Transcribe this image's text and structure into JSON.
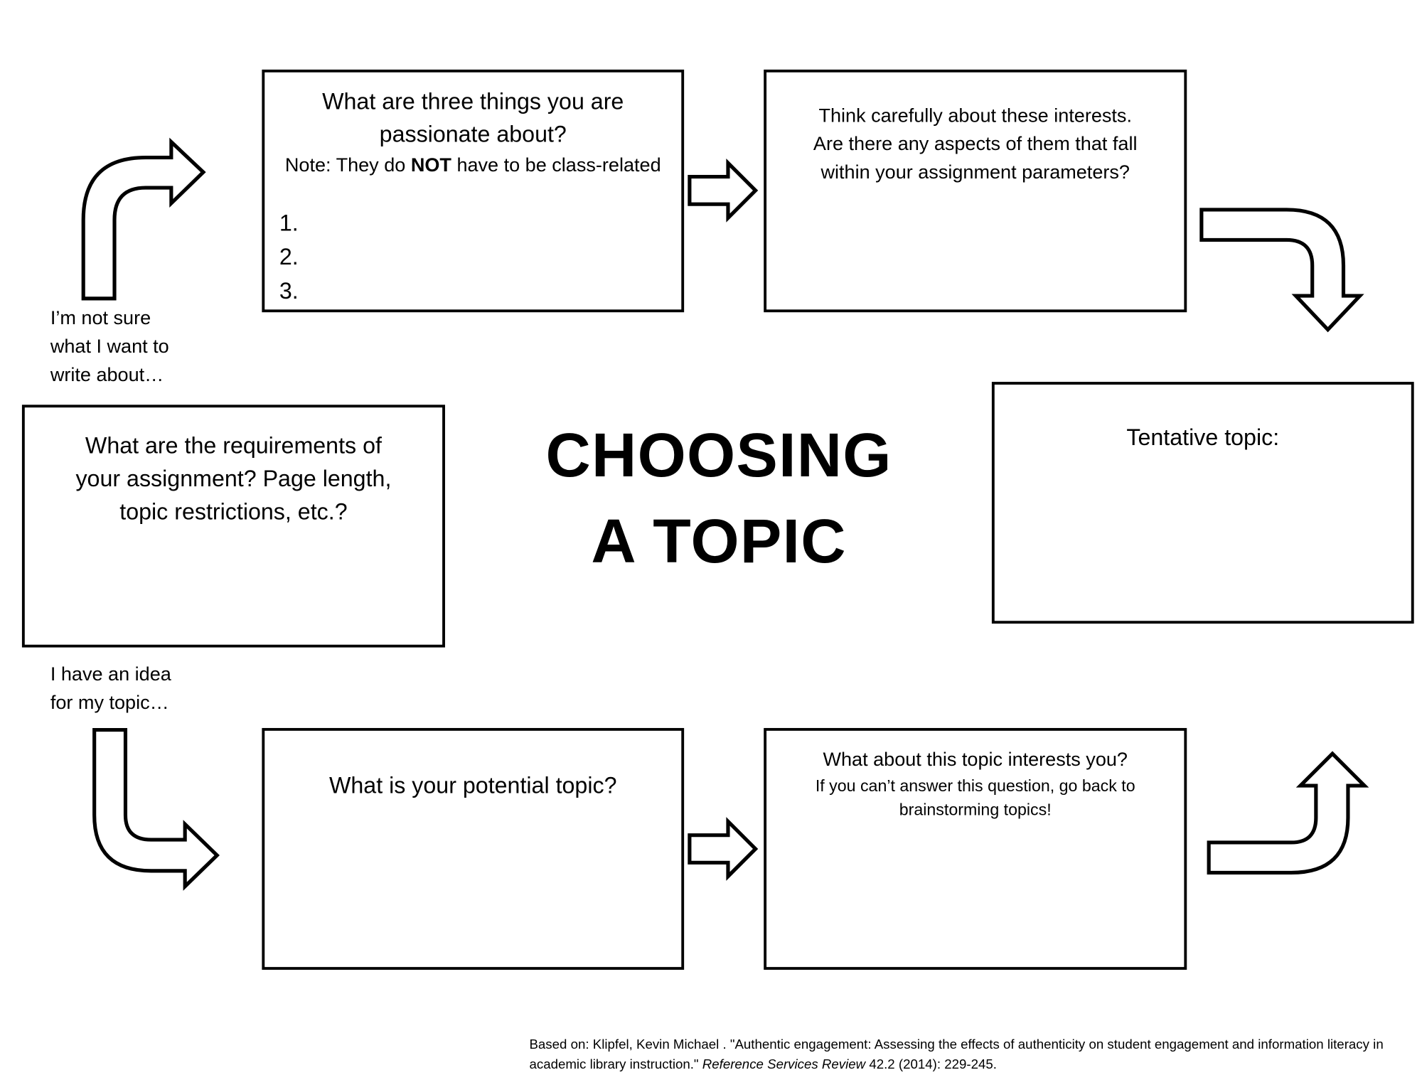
{
  "title": {
    "line1": "CHOOSING",
    "line2": "A TOPIC"
  },
  "labels": {
    "not_sure": [
      "I’m not sure",
      "what I want to",
      "write about…"
    ],
    "have_idea": [
      "I have an idea",
      "for my topic…"
    ]
  },
  "boxes": {
    "passions": {
      "question": [
        "What are three things you are",
        "passionate about?"
      ],
      "note_prefix": "Note: They do ",
      "note_bold": "NOT",
      "note_suffix": " have to be class-related",
      "list": [
        "1.",
        "2.",
        "3."
      ]
    },
    "interests": {
      "text": [
        "Think carefully about these interests.",
        "Are there any aspects of them that fall",
        "within your assignment parameters?"
      ]
    },
    "requirements": {
      "text": [
        "What are the requirements of",
        "your assignment? Page length,",
        "topic restrictions, etc.?"
      ]
    },
    "tentative": {
      "text": "Tentative topic:"
    },
    "potential": {
      "text": "What is your potential topic?"
    },
    "interest_check": {
      "question": "What about this topic interests you?",
      "note": [
        "If you can’t answer this question, go back to",
        "brainstorming topics!"
      ]
    }
  },
  "citation": {
    "prefix": "Based on: Klipfel, Kevin Michael . \"Authentic engagement: Assessing the effects of authenticity on student engagement and information literacy in academic library instruction.\" ",
    "journal": "Reference Services Review",
    "suffix": " 42.2 (2014): 229-245."
  }
}
